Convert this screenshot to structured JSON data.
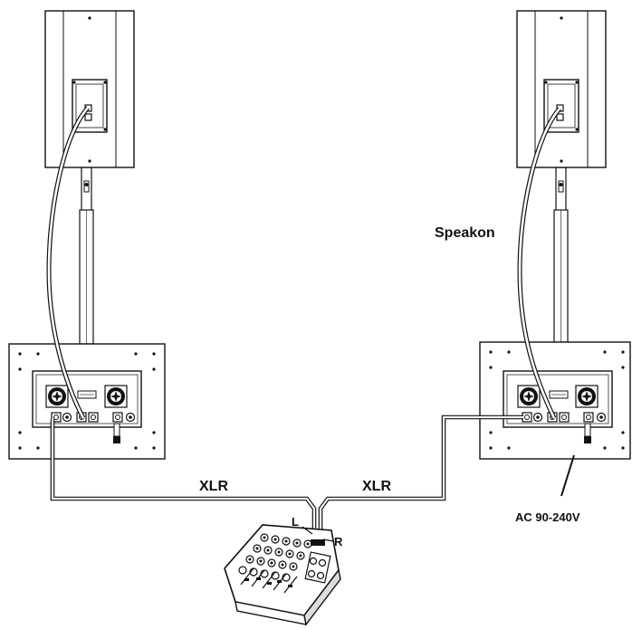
{
  "labels": {
    "speakon": "Speakon",
    "xlr_left": "XLR",
    "xlr_right": "XLR",
    "channel_left": "L",
    "channel_right": "R",
    "power": "AC 90-240V"
  },
  "colors": {
    "line": "#1a1a1a",
    "fill": "#ffffff",
    "dark": "#222222"
  }
}
